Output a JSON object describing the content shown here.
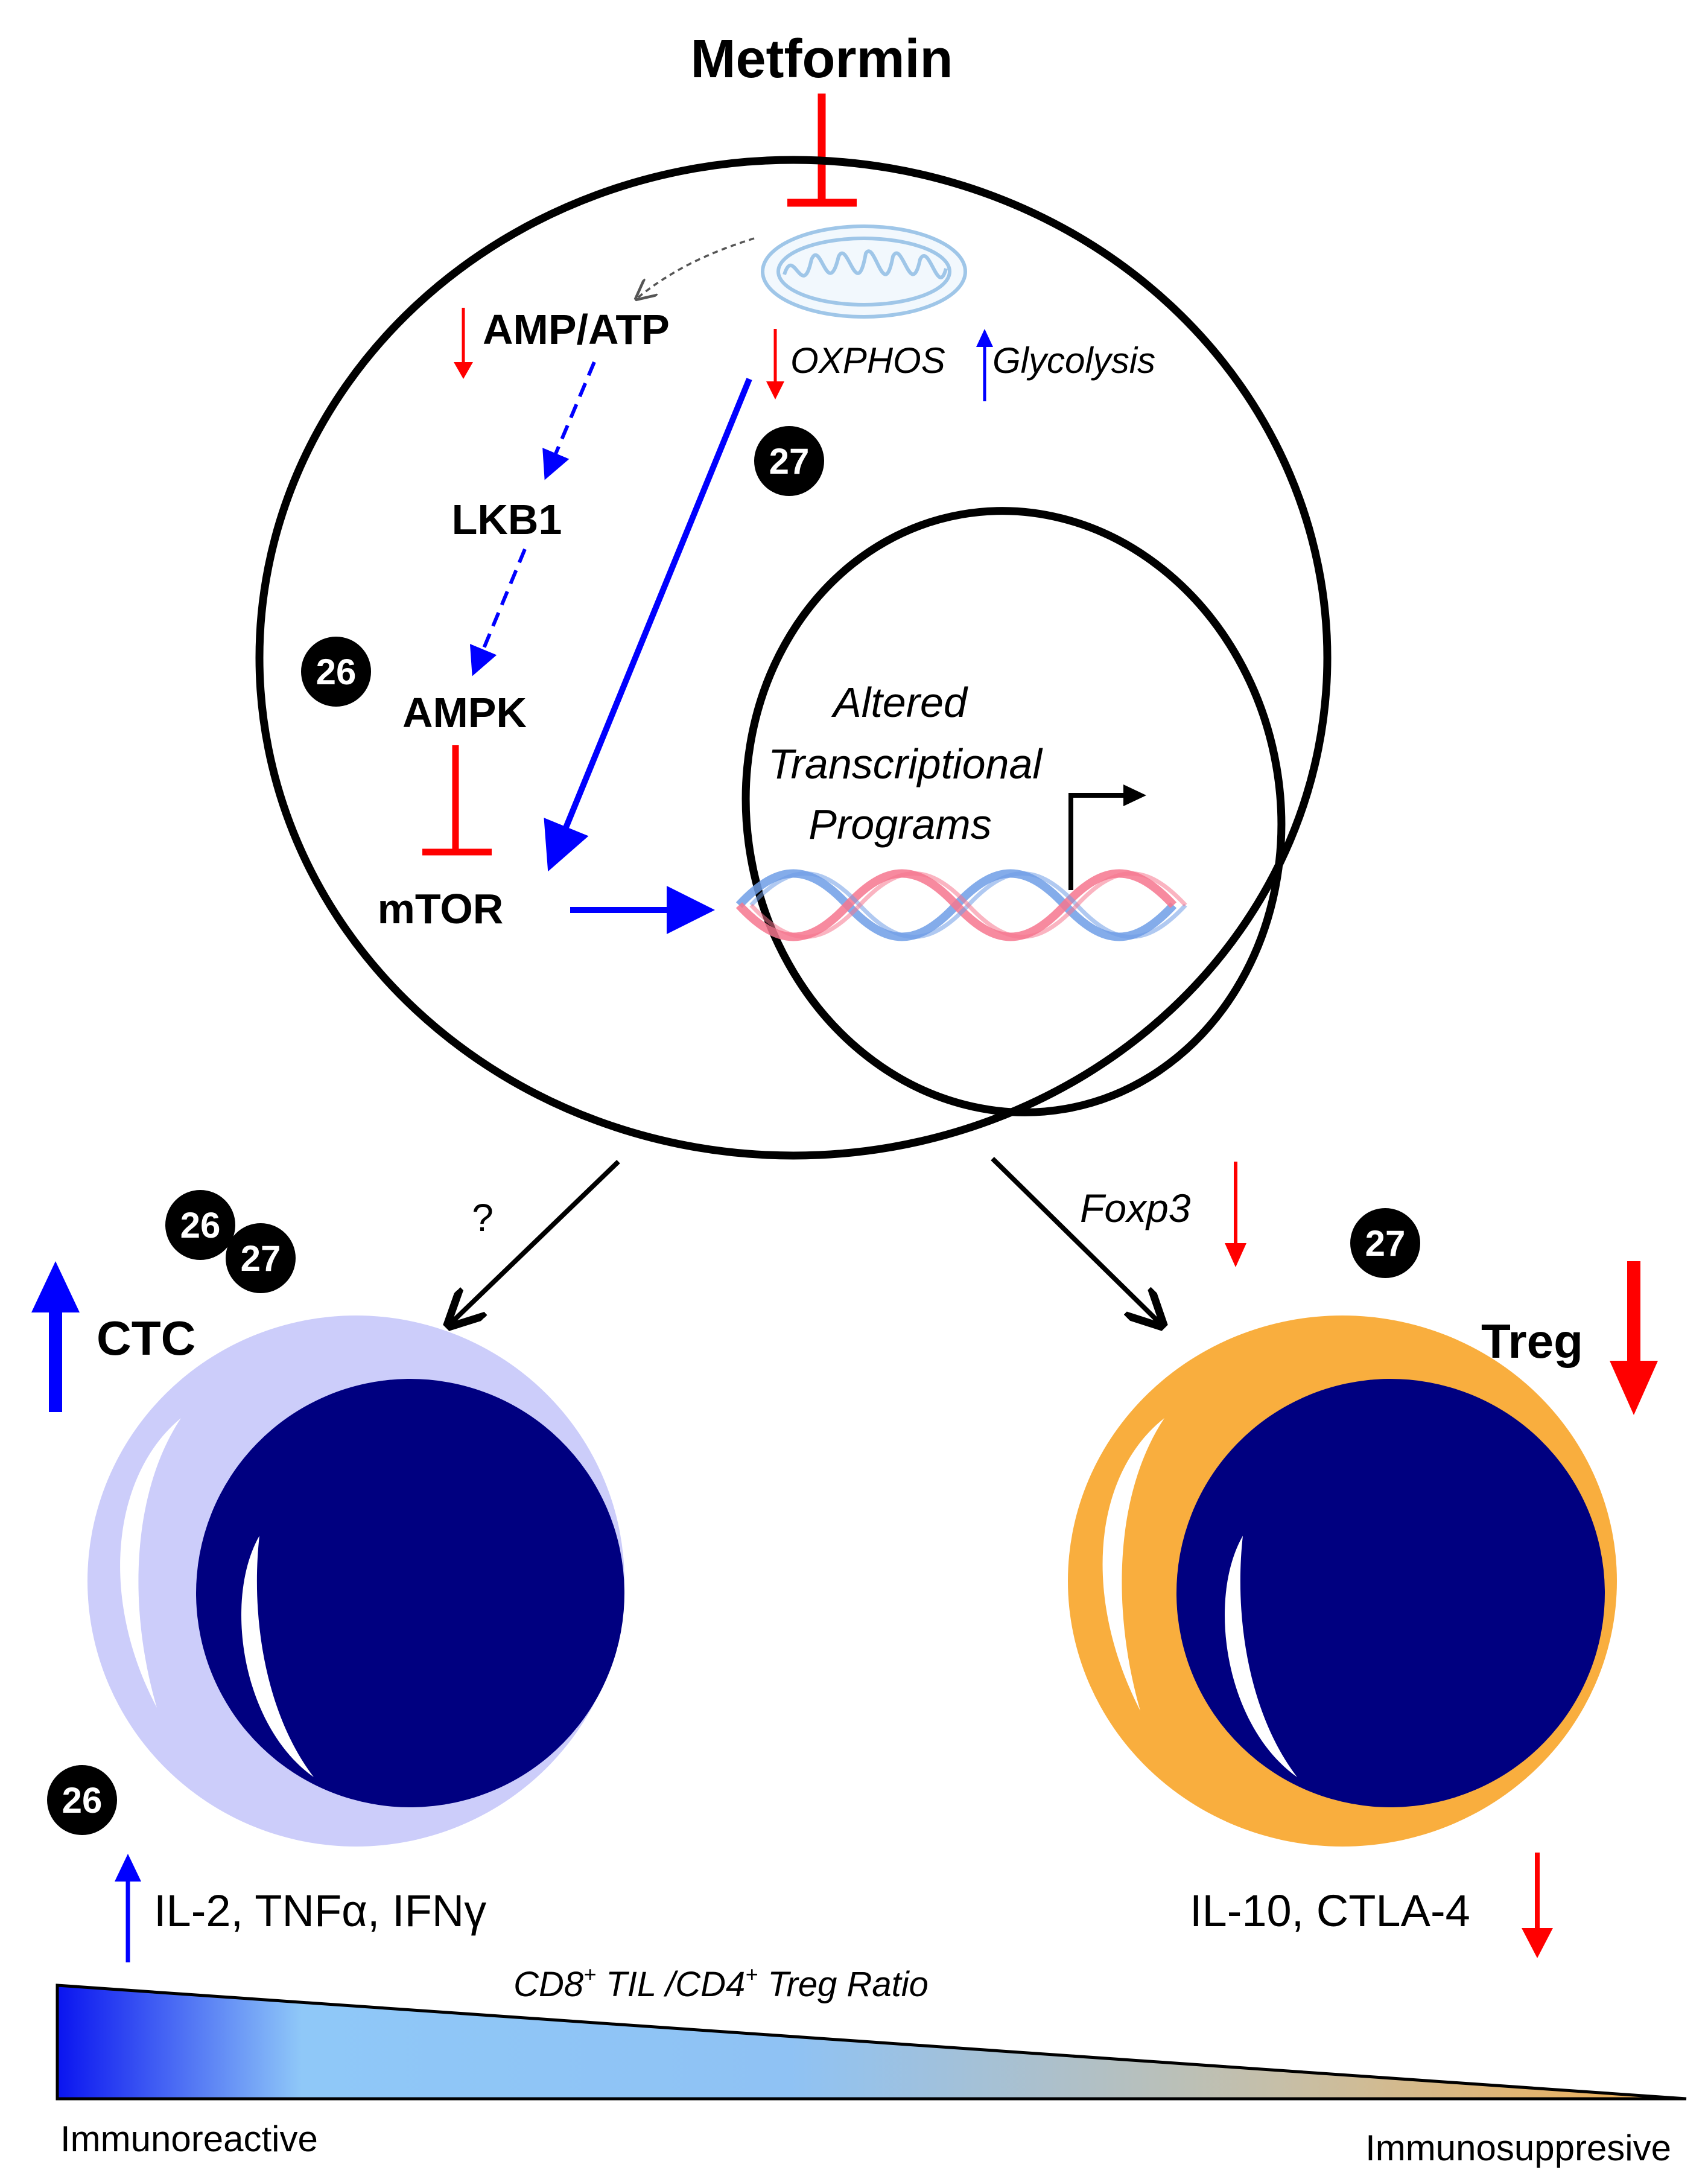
{
  "colors": {
    "inhibit": "#ff0000",
    "activate": "#0000ff",
    "ctc_cytoplasm": "#cccdfa",
    "treg_cytoplasm": "#f9ae3e",
    "nucleus": "#000080",
    "dna_pink": "#f6768e",
    "dna_blue": "#6f9de6"
  },
  "labels": {
    "metformin": "Metformin",
    "amp_atp": "AMP/ATP",
    "oxphos": "OXPHOS",
    "glycolysis": "Glycolysis",
    "lkb1": "LKB1",
    "ampk": "AMPK",
    "mtor": "mTOR",
    "altered": "Altered",
    "transcriptional": "Transcriptional",
    "programs": "Programs",
    "question": "?",
    "foxp3": "Foxp3",
    "ctc": "CTC",
    "treg": "Treg",
    "ctc_cytokines": "IL-2, TNFα,  IFNγ",
    "treg_cytokines": "IL-10, CTLA-4",
    "ratio_cd8": "CD8",
    "ratio_sup1": "+",
    "ratio_mid": " TIL /CD4",
    "ratio_sup2": "+",
    "ratio_end": " Treg Ratio",
    "immunoreactive": "Immunoreactive",
    "immunosuppressive": "Immunosuppresive"
  },
  "badges": {
    "b26_ampk": "26",
    "b27_oxphos": "27",
    "b26_ctc": "26",
    "b27_ctc": "27",
    "b27_treg": "27",
    "b26_cytokines": "26"
  },
  "icons": [
    "mitochondrion-icon",
    "dna-helix-icon",
    "transcription-start-arrow-icon"
  ]
}
